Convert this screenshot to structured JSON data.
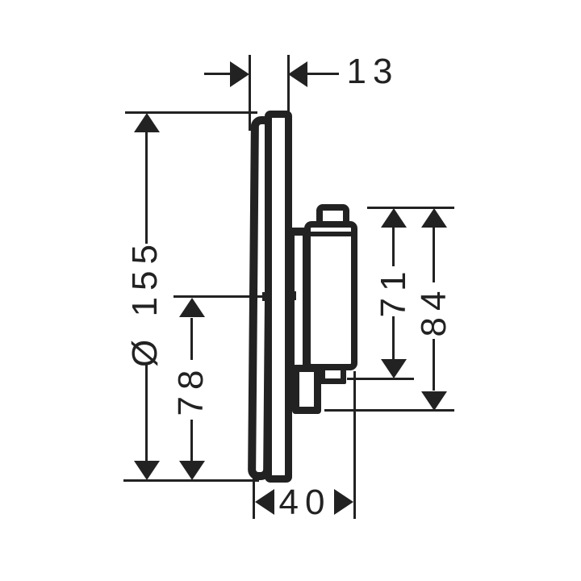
{
  "diagram": {
    "background_color": "#ffffff",
    "ink_color": "#222222",
    "dimensions": {
      "plate_thickness": "13",
      "plate_diameter": "Ø 155",
      "axis_to_bottom": "78",
      "handle_height": "71",
      "handle_height_total": "84",
      "depth": "40"
    }
  }
}
